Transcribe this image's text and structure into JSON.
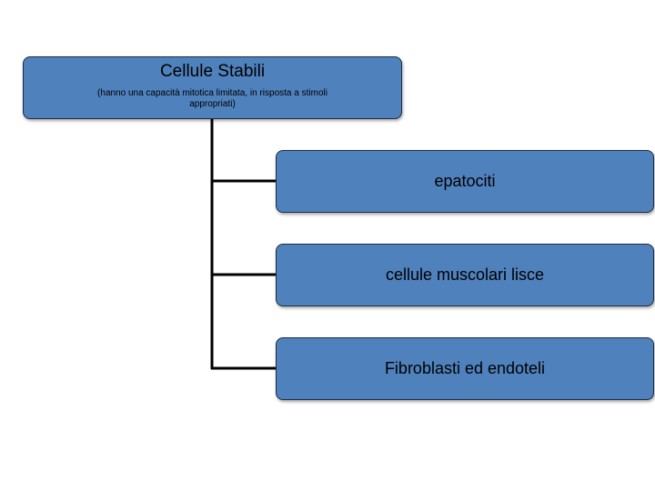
{
  "root": {
    "title": "Cellule Stabili",
    "subtitle": "(hanno una capacità mitotica limitata, in risposta a stimoli appropriati)"
  },
  "children": [
    {
      "label": "epatociti"
    },
    {
      "label": "cellule muscolari lisce"
    },
    {
      "label": "Fibroblasti ed endoteli"
    }
  ],
  "colors": {
    "box_fill": "#4f81bd",
    "connector": "#000000"
  }
}
